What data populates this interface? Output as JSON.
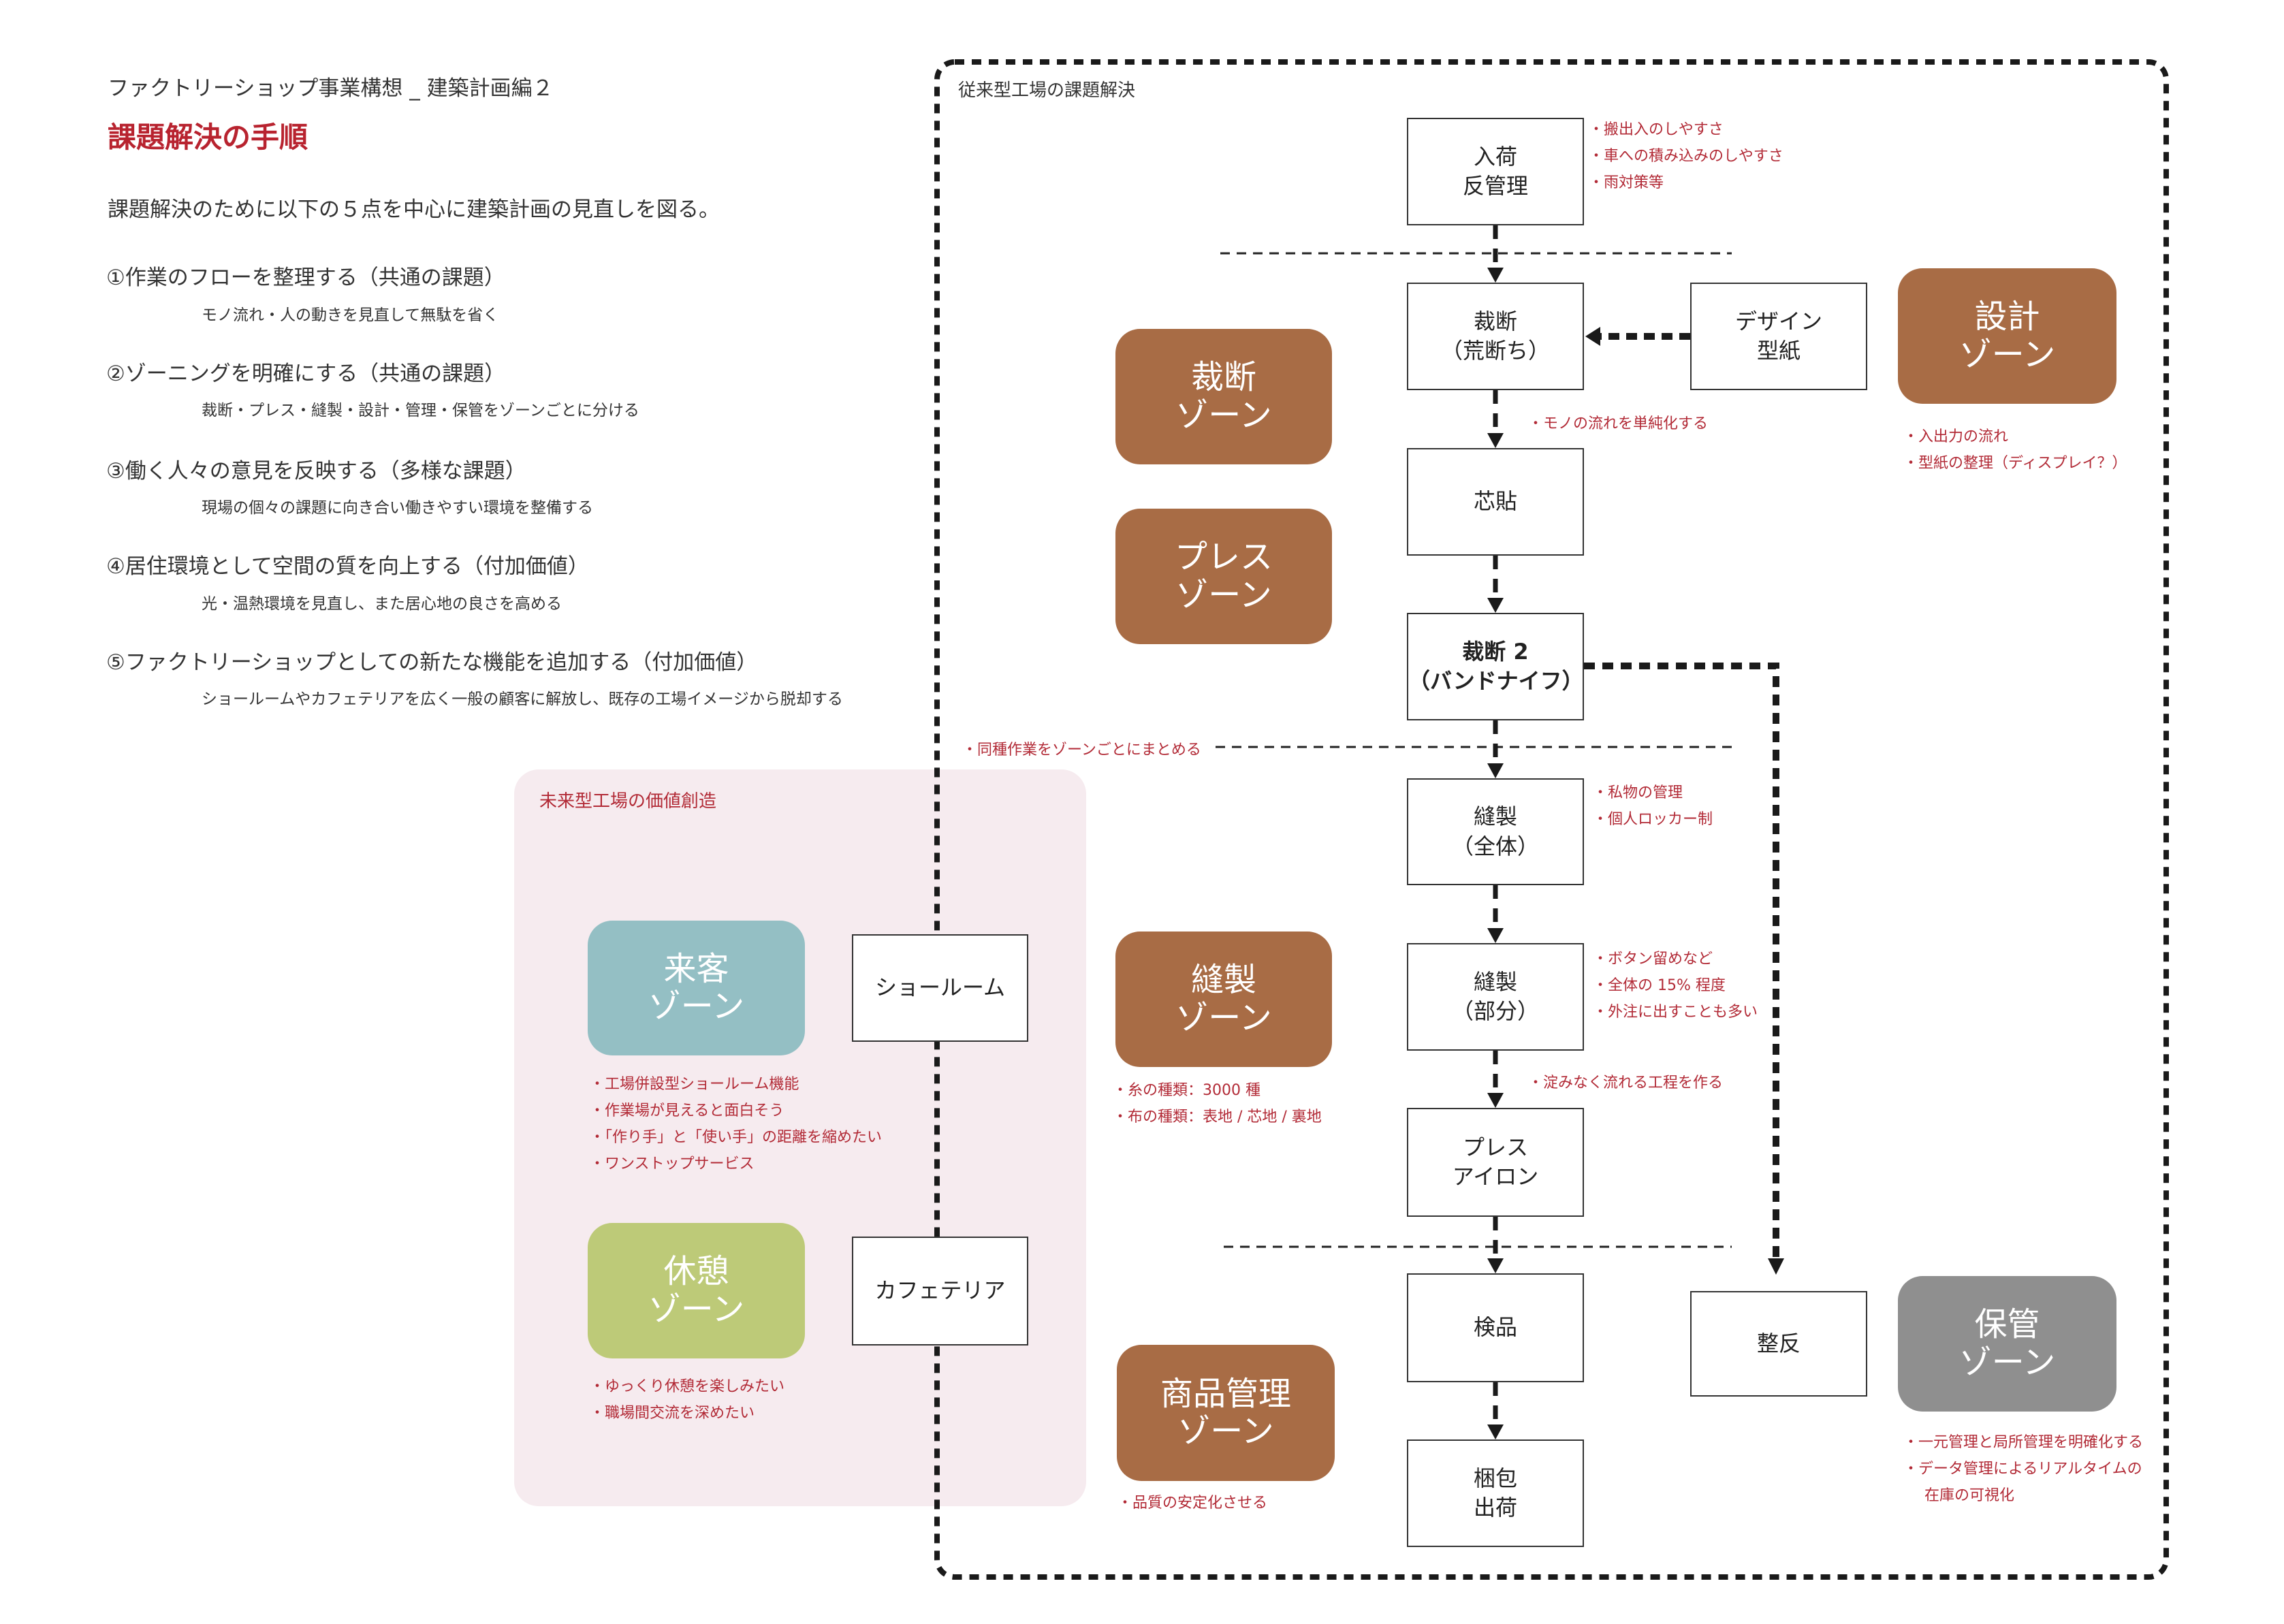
{
  "header": {
    "subtitle": "ファクトリーショップ事業構想 _ 建築計画編２",
    "title": "課題解決の手順",
    "intro": "課題解決のために以下の５点を中心に建築計画の見直しを図る。"
  },
  "items": [
    {
      "heading": "①作業のフローを整理する（共通の課題）",
      "detail": "モノ流れ・人の動きを見直して無駄を省く"
    },
    {
      "heading": "②ゾーニングを明確にする（共通の課題）",
      "detail": "裁断・プレス・縫製・設計・管理・保管をゾーンごとに分ける"
    },
    {
      "heading": "③働く人々の意見を反映する（多様な課題）",
      "detail": "現場の個々の課題に向き合い働きやすい環境を整備する"
    },
    {
      "heading": "④居住環境として空間の質を向上する（付加価値）",
      "detail": "光・温熱環境を見直し、また居心地の良さを高める"
    },
    {
      "heading": "⑤ファクトリーショップとしての新たな機能を追加する（付加価値）",
      "detail": "ショールームやカフェテリアを広く一般の顧客に解放し、既存の工場イメージから脱却する"
    }
  ],
  "future_area": {
    "label": "未来型工場の価値創造",
    "visitor_zone": {
      "line1": "来客",
      "line2": "ゾーン",
      "color": "#94bfc4",
      "notes": [
        "・工場併設型ショールーム機能",
        "・作業場が見えると面白そう",
        "・「作り手」と「使い手」の距離を縮めたい",
        "・ワンストップサービス"
      ]
    },
    "rest_zone": {
      "line1": "休憩",
      "line2": "ゾーン",
      "color": "#bdca78",
      "notes": [
        "・ゆっくり休憩を楽しみたい",
        "・職場間交流を深めたい"
      ]
    },
    "showroom": "ショールーム",
    "cafeteria": "カフェテリア"
  },
  "conventional_area": {
    "label": "従来型工場の課題解決",
    "process": {
      "receiving": [
        "入荷",
        "反管理"
      ],
      "cutting1": [
        "裁断",
        "（荒断ち）"
      ],
      "interlining": [
        "芯貼"
      ],
      "cutting2": [
        "裁断 2",
        "（バンドナイフ）"
      ],
      "sewing_all": [
        "縫製",
        "（全体）"
      ],
      "sewing_part": [
        "縫製",
        "（部分）"
      ],
      "press": [
        "プレス",
        "アイロン"
      ],
      "inspection": [
        "検品"
      ],
      "shipping": [
        "梱包",
        "出荷"
      ],
      "design": [
        "デザイン",
        "型紙"
      ],
      "fabric": [
        "整反"
      ]
    },
    "zones": {
      "cutting": {
        "line1": "裁断",
        "line2": "ゾーン"
      },
      "press": {
        "line1": "プレス",
        "line2": "ゾーン"
      },
      "sewing": {
        "line1": "縫製",
        "line2": "ゾーン"
      },
      "product": {
        "line1": "商品管理",
        "line2": "ゾーン"
      },
      "design": {
        "line1": "設計",
        "line2": "ゾーン"
      },
      "storage": {
        "line1": "保管",
        "line2": "ゾーン"
      }
    },
    "notes": {
      "receiving": [
        "・搬出入のしやすさ",
        "・車への積み込みのしやすさ",
        "・雨対策等"
      ],
      "flow_simplify": "・モノの流れを単純化する",
      "design_zone": [
        "・入出力の流れ",
        "・型紙の整理（ディスプレイ？）"
      ],
      "group_work": "・同種作業をゾーンごとにまとめる",
      "sewing_all": [
        "・私物の管理",
        "・個人ロッカー制"
      ],
      "sewing_part": [
        "・ボタン留めなど",
        "・全体の 15% 程度",
        "・外注に出すことも多い"
      ],
      "smooth_flow": "・淀みなく流れる工程を作る",
      "sewing_zone": [
        "・糸の種類：3000 種",
        "・布の種類：表地 / 芯地 / 裏地"
      ],
      "product_zone": "・品質の安定化させる",
      "storage_zone": [
        "・一元管理と局所管理を明確化する",
        "・データ管理によるリアルタイムの",
        "在庫の可視化"
      ]
    }
  },
  "colors": {
    "accent_red": "#b8232f",
    "note_red": "#b22a36",
    "zone_brown": "#a86c45",
    "zone_teal": "#94bfc4",
    "zone_green": "#bdca78",
    "zone_gray": "#8f8f8f",
    "future_bg": "#f6ebef"
  }
}
